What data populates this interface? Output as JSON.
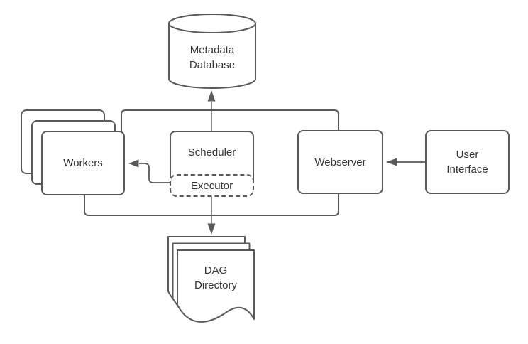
{
  "colors": {
    "stroke": "#595959",
    "text": "#333333",
    "canvas_bg": "#ffffff"
  },
  "diagram": {
    "nodes": [
      {
        "id": "metadata-database",
        "label": "Metadata\nDatabase",
        "shape": "cylinder"
      },
      {
        "id": "workers",
        "label": "Workers",
        "shape": "stacked-rounded-boxes"
      },
      {
        "id": "scheduler",
        "label": "Scheduler",
        "shape": "rounded-box"
      },
      {
        "id": "executor",
        "label": "Executor",
        "shape": "dashed-rounded-box"
      },
      {
        "id": "webserver",
        "label": "Webserver",
        "shape": "rounded-box"
      },
      {
        "id": "user-interface",
        "label": "User\nInterface",
        "shape": "rounded-box"
      },
      {
        "id": "dag-directory",
        "label": "DAG\nDirectory",
        "shape": "stacked-documents"
      }
    ],
    "edges": [
      {
        "from": "scheduler",
        "to": "metadata-database",
        "style": "arrow-up"
      },
      {
        "from": "webserver",
        "to": "metadata-database",
        "style": "via-top-bus"
      },
      {
        "from": "workers",
        "to": "metadata-database",
        "style": "via-top-bus"
      },
      {
        "from": "executor",
        "to": "workers",
        "style": "elbow-arrow-left"
      },
      {
        "from": "executor",
        "to": "dag-directory",
        "style": "arrow-down"
      },
      {
        "from": "workers",
        "to": "dag-directory",
        "style": "via-bottom-bus"
      },
      {
        "from": "webserver",
        "to": "dag-directory",
        "style": "via-bottom-bus"
      },
      {
        "from": "user-interface",
        "to": "webserver",
        "style": "arrow-left"
      }
    ]
  }
}
